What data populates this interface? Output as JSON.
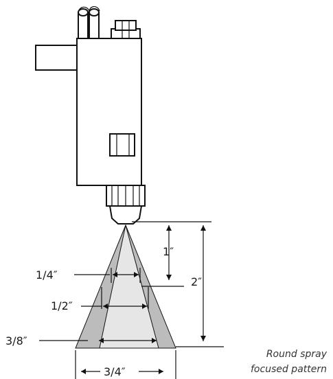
{
  "dimensions": {
    "quarter_inch": "1/4″",
    "half_inch": "1/2″",
    "three_eighths": "3/8″",
    "one_inch": "1″",
    "two_inch": "2″",
    "three_quarter": "3/4″"
  },
  "caption": {
    "line1": "Round spray",
    "line2": "focused pattern"
  },
  "colors": {
    "outer_spray": "#bcbcbc",
    "inner_spray": "#e6e6e6",
    "line": "#111111"
  }
}
